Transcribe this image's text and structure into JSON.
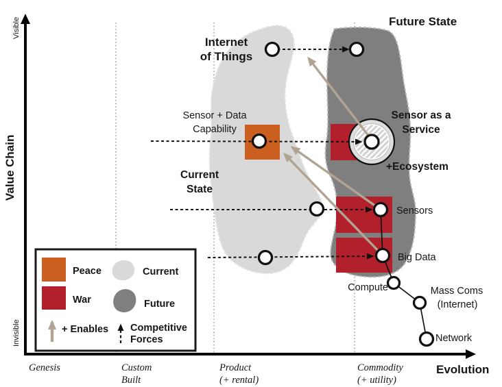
{
  "colors": {
    "peace": "#CB5F1F",
    "war": "#B2202C",
    "current": "#D9D9D9",
    "future": "#7F7F7F",
    "enables": "#B1A493"
  },
  "axis": {
    "y_title": "Value Chain",
    "y_max": "Visible",
    "y_min": "Invisible",
    "x_title": "Evolution",
    "stages": [
      {
        "line1": "Genesis",
        "line2": ""
      },
      {
        "line1": "Custom",
        "line2": "Built"
      },
      {
        "line1": "Product",
        "line2": "(+ rental)"
      },
      {
        "line1": "Commodity",
        "line2": "(+ utility)"
      }
    ]
  },
  "annotations": {
    "future_state": "Future State",
    "current_state_1": "Current",
    "current_state_2": "State",
    "ecosystem": "+Ecosystem"
  },
  "nodes": {
    "iot_1": "Internet",
    "iot_2": "of Things",
    "sensor_data_1": "Sensor + Data",
    "sensor_data_2": "Capability",
    "saas_1": "Sensor as a",
    "saas_2": "Service",
    "sensors": "Sensors",
    "big_data": "Big Data",
    "compute": "Compute",
    "mass_coms_1": "Mass Coms",
    "mass_coms_2": "(Internet)",
    "network": "Network"
  },
  "legend": {
    "peace": "Peace",
    "war": "War",
    "current": "Current",
    "future": "Future",
    "enables": "+ Enables",
    "competitive_1": "Competitive",
    "competitive_2": "Forces"
  }
}
